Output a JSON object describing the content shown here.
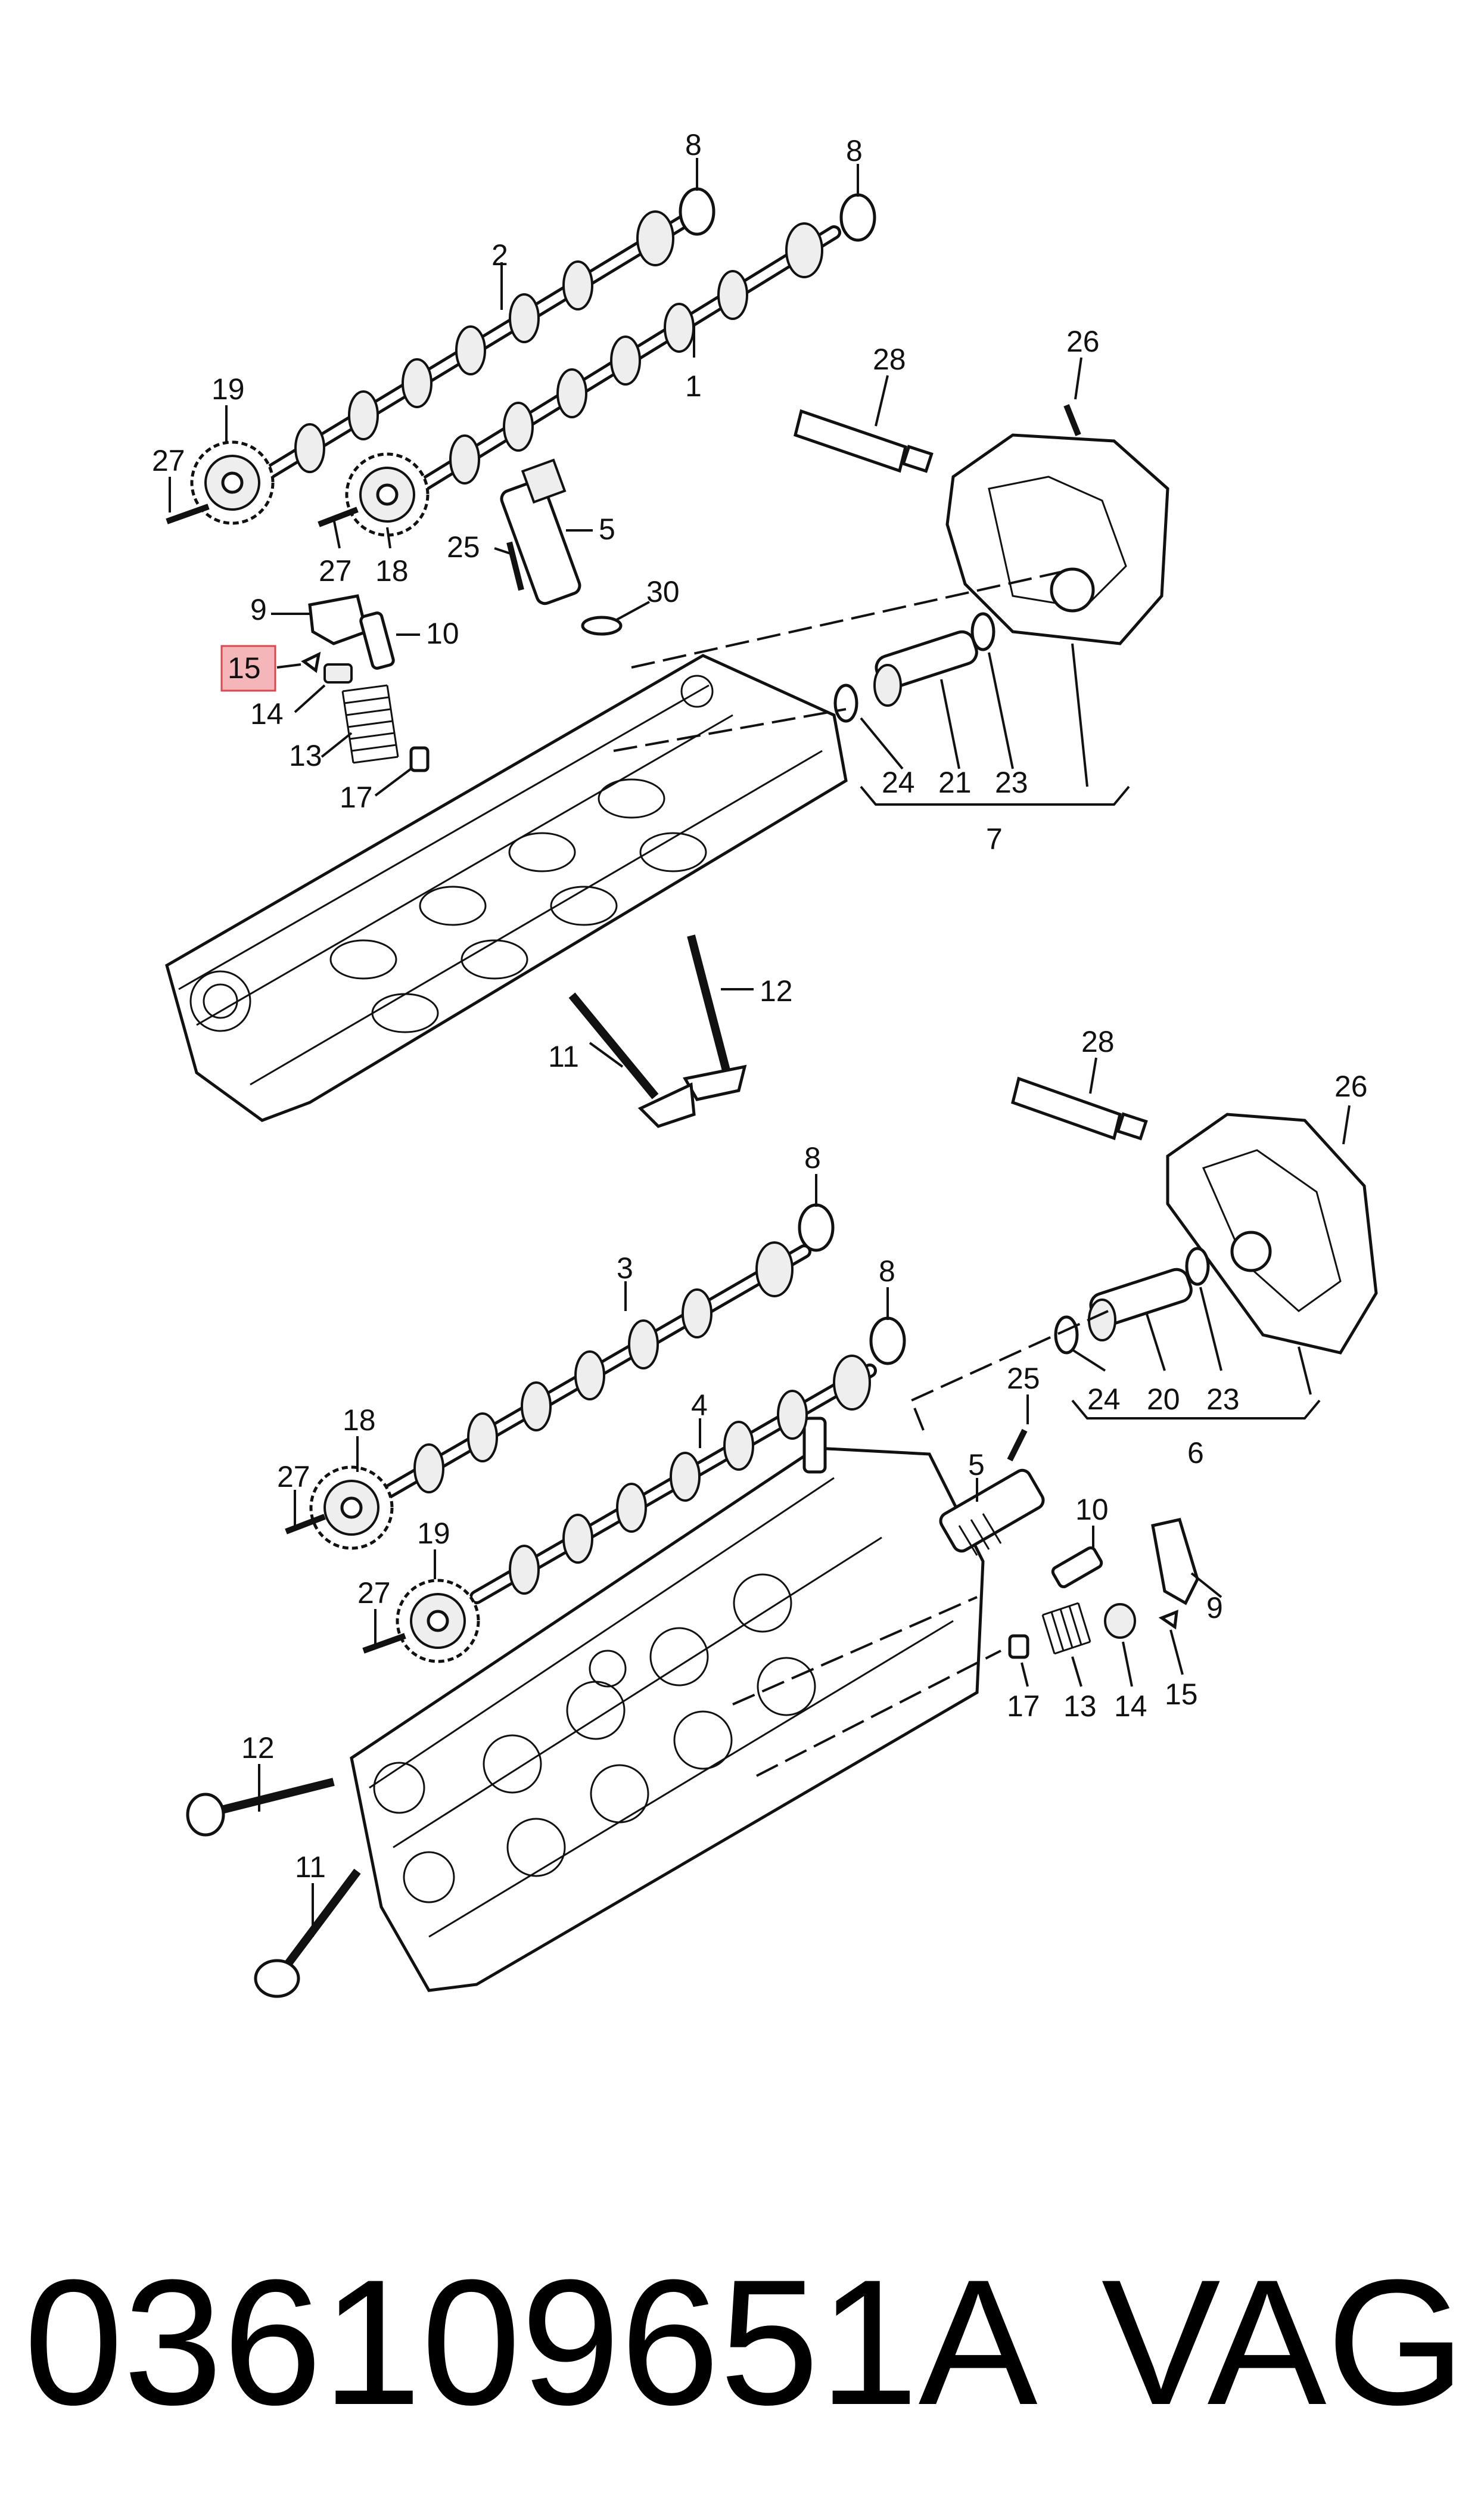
{
  "highlight_color": "#f4b6b8",
  "part_number": "036109651A",
  "brand": "VAG",
  "callouts": {
    "c8a": "8",
    "c8b": "8",
    "c2": "2",
    "c1": "1",
    "c19a": "19",
    "c27a": "27",
    "c27b": "27",
    "c18a": "18",
    "c28a": "28",
    "c26a": "26",
    "c5a": "5",
    "c25a": "25",
    "c30": "30",
    "c9a": "9",
    "c10a": "10",
    "c15a": "15",
    "c14a": "14",
    "c13a": "13",
    "c17a": "17",
    "c24a": "24",
    "c21": "21",
    "c23a": "23",
    "c7": "7",
    "c12a": "12",
    "c11a": "11",
    "c28b": "28",
    "c26b": "26",
    "c8c": "8",
    "c3": "3",
    "c8d": "8",
    "c4": "4",
    "c24b": "24",
    "c20": "20",
    "c23b": "23",
    "c6": "6",
    "c25b": "25",
    "c18b": "18",
    "c27c": "27",
    "c5b": "5",
    "c19b": "19",
    "c10b": "10",
    "c27d": "27",
    "c9b": "9",
    "c17b": "17",
    "c13b": "13",
    "c14b": "14",
    "c15b": "15",
    "c12b": "12",
    "c11b": "11"
  }
}
